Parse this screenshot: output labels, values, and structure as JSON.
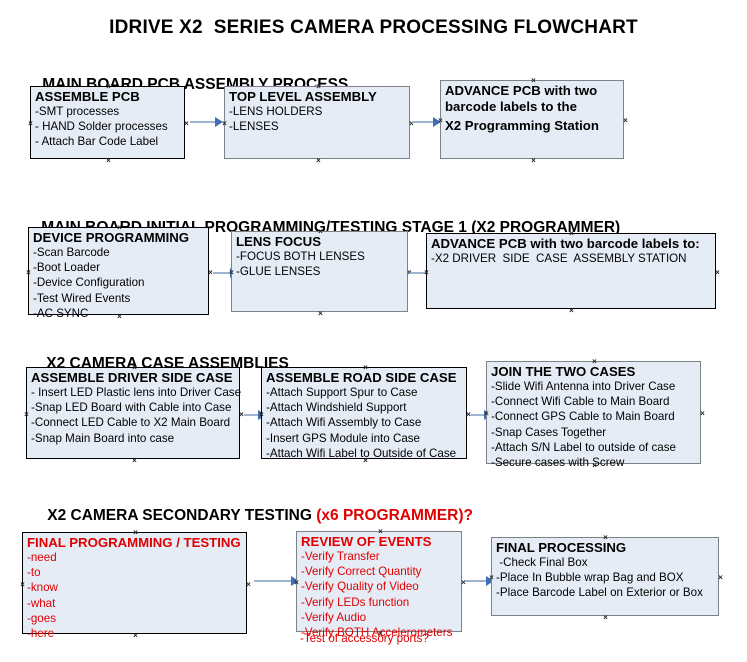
{
  "document": {
    "title": "IDRIVE X2  SERIES CAMERA PROCESSING FLOWCHART"
  },
  "colors": {
    "box_fill": "#e6ecf6",
    "box_border_black": "#000000",
    "box_border_grey": "#7e8287",
    "arrow_shaft": "#9fb4cd",
    "arrow_head": "#3f6fb5",
    "text": "#000000",
    "accent_red": "#e00000"
  },
  "sections": [
    {
      "heading": "MAIN BOARD PCB ASSEMBLY PROCESS",
      "heading_accent": "",
      "boxes": [
        {
          "title": "ASSEMBLE PCB",
          "lines": [
            "-SMT processes",
            "- HAND Solder processes",
            "- Attach Bar Code Label"
          ],
          "border": "black",
          "text_color": "black"
        },
        {
          "title": "TOP LEVEL ASSEMBLY",
          "lines": [
            "-LENS HOLDERS",
            "-LENSES"
          ],
          "border": "grey",
          "text_color": "black"
        },
        {
          "title": "ADVANCE PCB with two",
          "lines": [
            "barcode labels to the",
            "X2 Programming Station"
          ],
          "border": "grey",
          "text_color": "black"
        }
      ]
    },
    {
      "heading": "MAIN BOARD INITIAL PROGRAMMING/TESTING STAGE 1 (X2 PROGRAMMER)",
      "heading_accent": "",
      "boxes": [
        {
          "title": "DEVICE PROGRAMMING",
          "lines": [
            "-Scan Barcode",
            "-Boot Loader",
            "-Device Configuration",
            "-Test Wired Events",
            "-AC SYNC"
          ],
          "border": "black",
          "text_color": "black"
        },
        {
          "title": "LENS FOCUS",
          "lines": [
            "-FOCUS BOTH LENSES",
            "-GLUE LENSES"
          ],
          "border": "grey",
          "text_color": "black"
        },
        {
          "title": "ADVANCE PCB with two barcode labels to:",
          "lines": [
            "-X2 DRIVER  SIDE  CASE  ASSEMBLY STATION"
          ],
          "border": "black",
          "text_color": "black"
        }
      ]
    },
    {
      "heading": "X2 CAMERA CASE ASSEMBLIES",
      "heading_accent": "",
      "boxes": [
        {
          "title": "ASSEMBLE DRIVER SIDE CASE",
          "lines": [
            "- Insert LED Plastic lens into Driver Case",
            "-Snap LED Board with Cable into Case",
            "-Connect LED Cable to X2 Main Board",
            "-Snap Main Board into case"
          ],
          "border": "black",
          "text_color": "black"
        },
        {
          "title": "ASSEMBLE ROAD SIDE CASE",
          "lines": [
            "-Attach Support Spur to Case",
            "-Attach Windshield Support",
            "-Attach Wifi Assembly to Case",
            "-Insert GPS Module into Case",
            "-Attach Wifi Label to Outside of Case"
          ],
          "border": "black",
          "text_color": "black"
        },
        {
          "title": "JOIN THE TWO CASES",
          "lines": [
            "-Slide Wifi Antenna into Driver Case",
            "-Connect Wifi Cable to Main Board",
            "-Connect GPS Cable to Main Board",
            "-Snap Cases Together",
            "-Attach S/N Label to outside of case",
            "-Secure cases with Screw"
          ],
          "border": "grey",
          "text_color": "black"
        }
      ]
    },
    {
      "heading": "X2 CAMERA SECONDARY TESTING ",
      "heading_accent": "(x6 PROGRAMMER)?",
      "boxes": [
        {
          "title": "FINAL PROGRAMMING / TESTING",
          "lines": [
            "-need",
            "-to",
            "-know",
            "-what",
            "-goes",
            "-here"
          ],
          "border": "black",
          "text_color": "red"
        },
        {
          "title": "REVIEW OF EVENTS",
          "lines": [
            "-Verify Transfer",
            "-Verify Correct Quantity",
            "-Verify Quality of Video",
            "-Verify LEDs function",
            "-Verify Audio",
            "-Verify BOTH Accelerometers"
          ],
          "overflow_line": "-Test of accessory ports?",
          "border": "grey",
          "text_color": "red"
        },
        {
          "title": "FINAL PROCESSING",
          "lines": [
            " -Check Final Box",
            "-Place In Bubble wrap Bag and BOX",
            "-Place Barcode Label on Exterior or Box"
          ],
          "border": "grey",
          "text_color": "black"
        }
      ]
    }
  ]
}
